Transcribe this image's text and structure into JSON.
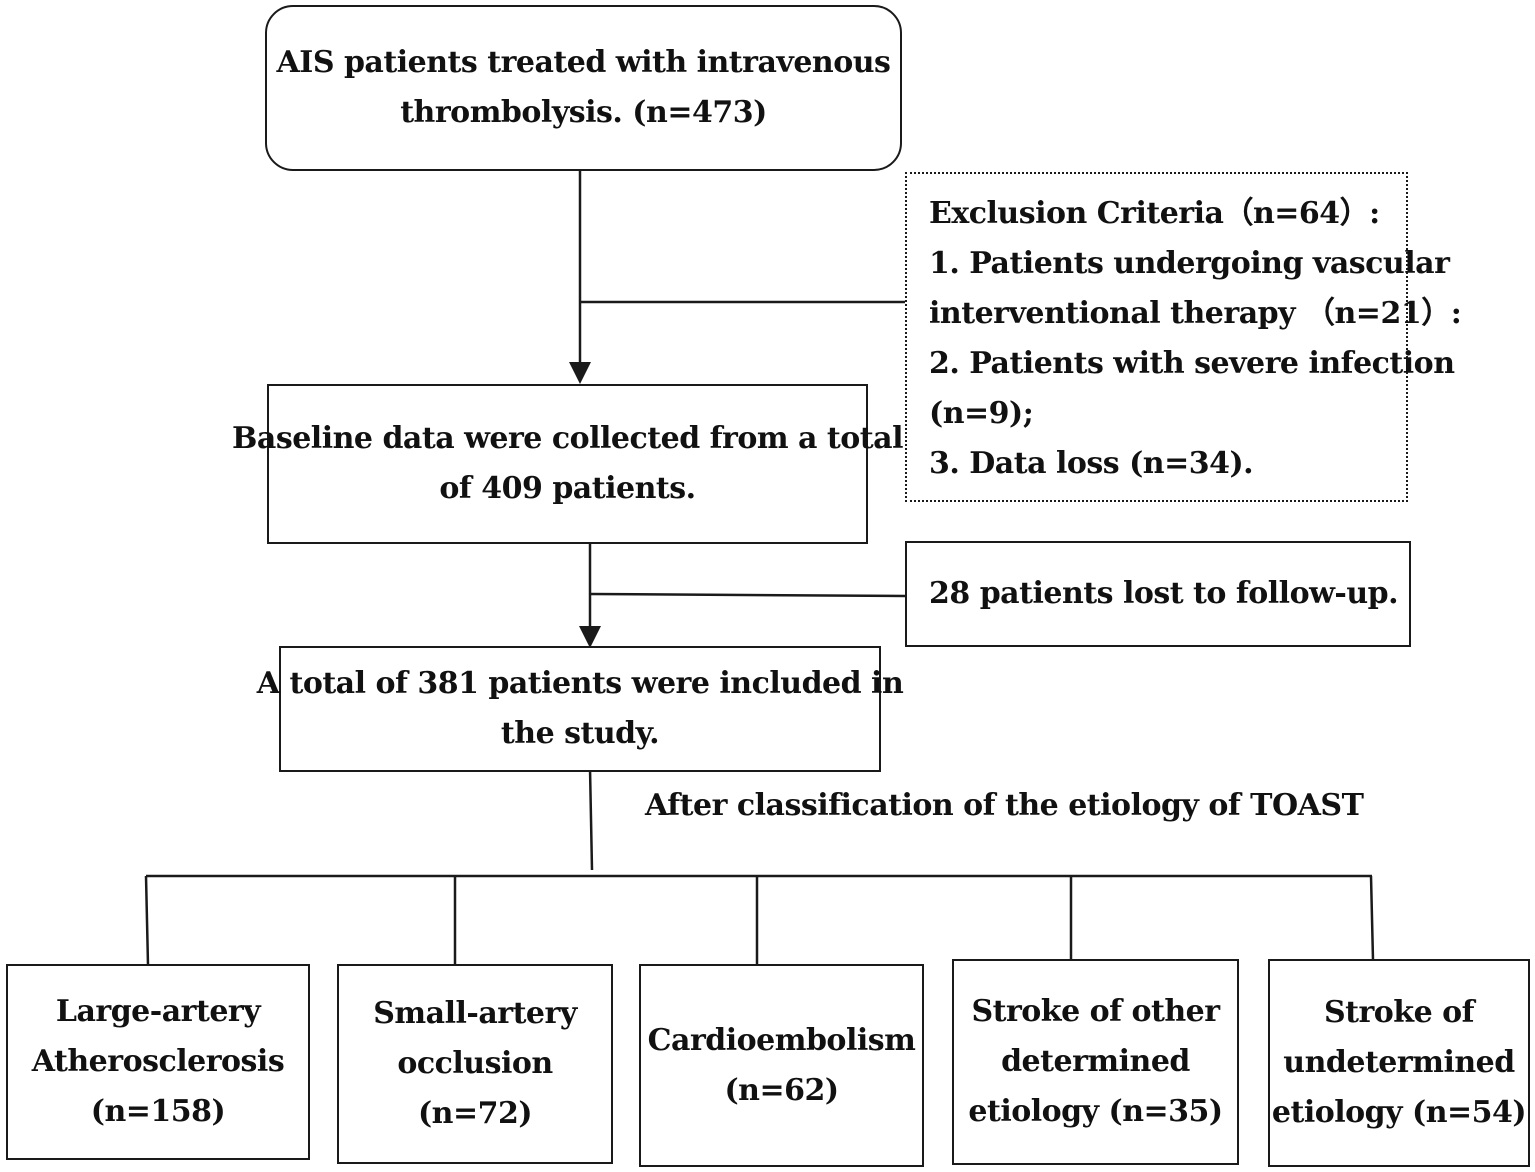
{
  "start": {
    "lines": [
      "AIS patients treated with intravenous",
      "thrombolysis. (n=473)"
    ]
  },
  "exclusion": {
    "lines": [
      "Exclusion Criteria（n=64）:",
      "1. Patients undergoing vascular",
      "interventional therapy （n=21）:",
      "2. Patients with severe infection",
      "(n=9);",
      "3. Data loss (n=34)."
    ]
  },
  "baseline": {
    "lines": [
      "Baseline data were collected from a total",
      "of 409 patients."
    ]
  },
  "lost": {
    "lines": [
      "28 patients lost to follow-up."
    ]
  },
  "included": {
    "lines": [
      "A total of 381 patients were included in",
      "the study."
    ]
  },
  "classification_label": "After classification of the etiology of TOAST",
  "categories": [
    {
      "lines": [
        "Large-artery",
        "Atherosclerosis",
        "(n=158)"
      ]
    },
    {
      "lines": [
        "Small-artery",
        "occlusion",
        "(n=72)"
      ]
    },
    {
      "lines": [
        "Cardioembolism",
        "(n=62)"
      ]
    },
    {
      "lines": [
        "Stroke of other",
        "determined",
        "etiology (n=35)"
      ]
    },
    {
      "lines": [
        "Stroke of",
        "undetermined",
        "etiology (n=54)"
      ]
    }
  ],
  "colors": {
    "line": "#1a1a1a",
    "text": "#111111",
    "background": "#ffffff"
  }
}
